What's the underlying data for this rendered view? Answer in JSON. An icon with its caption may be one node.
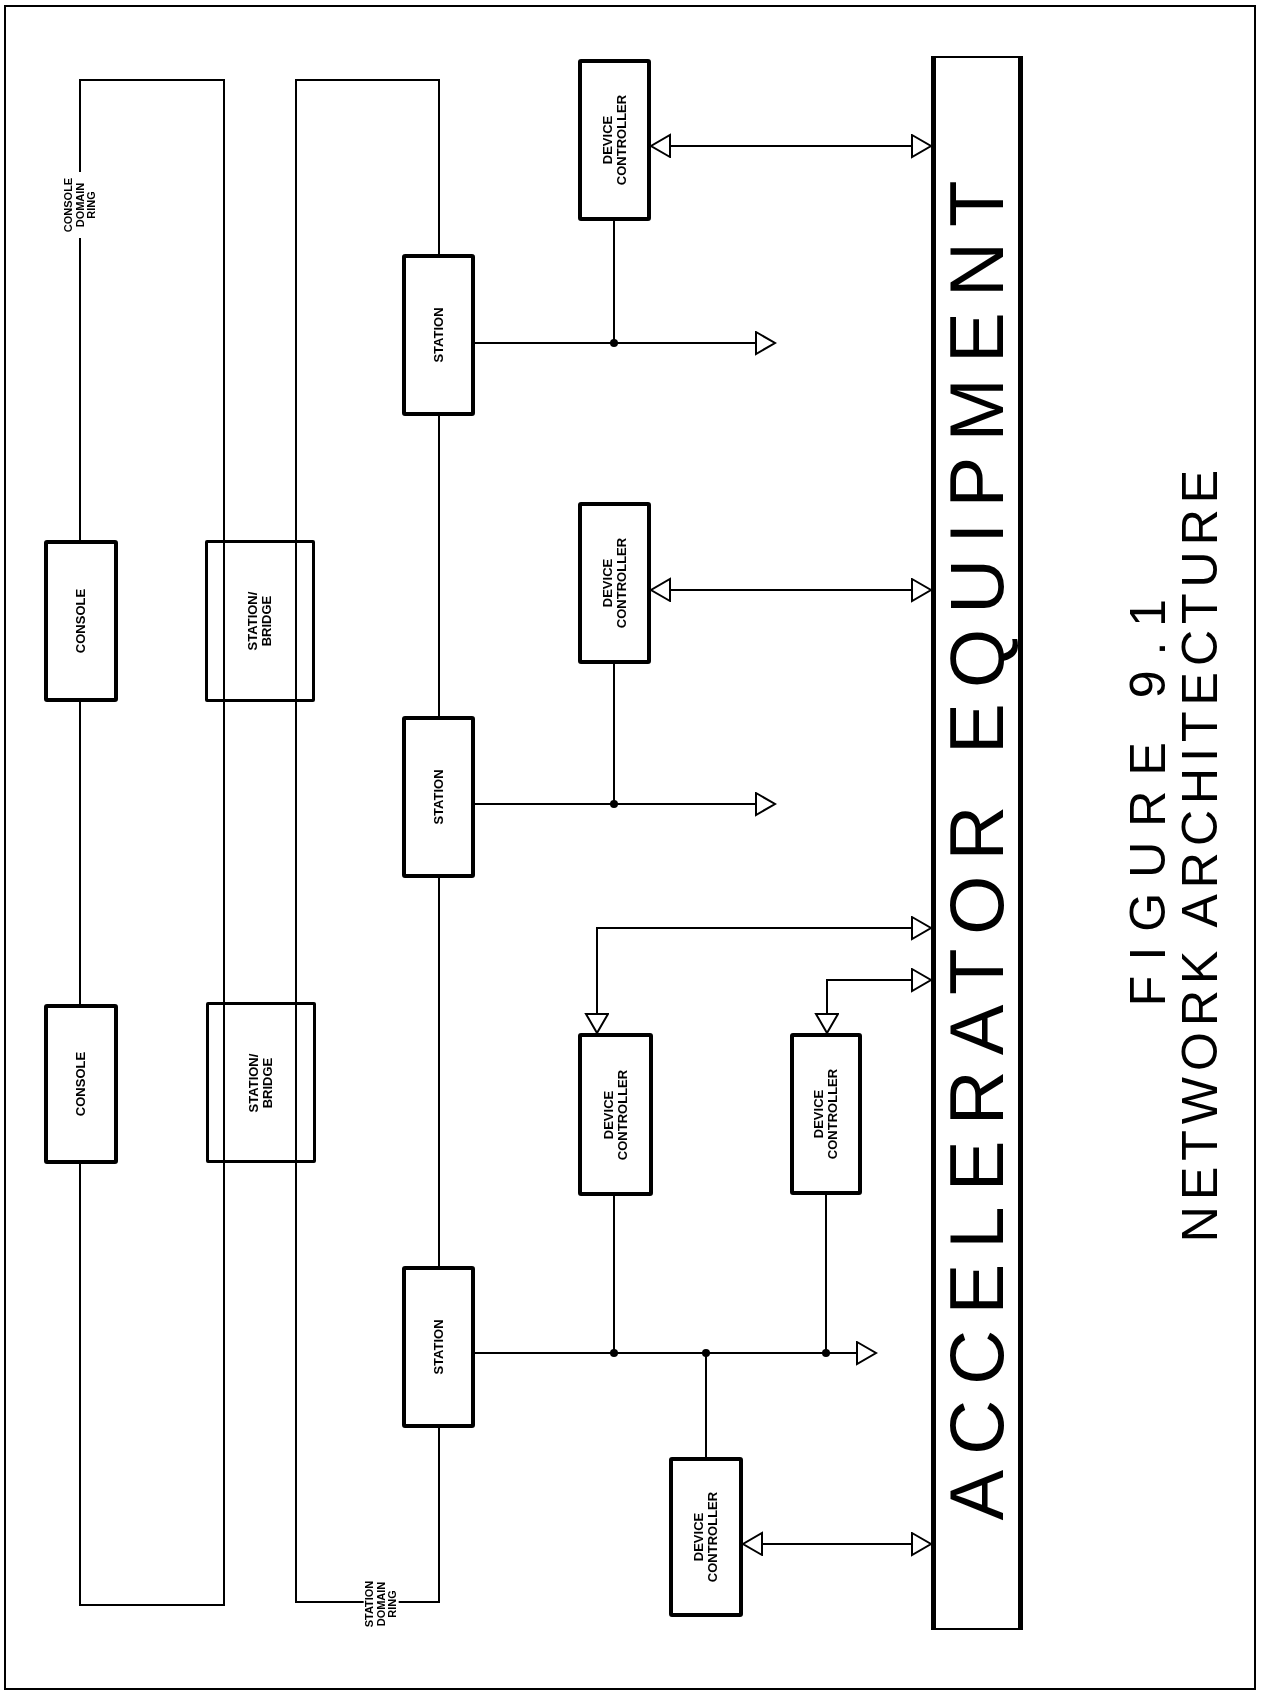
{
  "diagram": {
    "nodes": [
      {
        "text": [
          "CONSOLE"
        ]
      },
      {
        "text": [
          "CONSOLE"
        ]
      },
      {
        "text": [
          "STATION/ BRIDGE"
        ]
      },
      {
        "text": [
          "STATION/ BRIDGE"
        ]
      },
      {
        "text": [
          "STATION"
        ]
      },
      {
        "text": [
          "STATION"
        ]
      },
      {
        "text": [
          "STATION"
        ]
      },
      {
        "text": [
          "DEVICE CONTROLLER"
        ]
      },
      {
        "text": [
          "DEVICE CONTROLLER"
        ]
      },
      {
        "text": [
          "DEVICE CONTROLLER"
        ]
      },
      {
        "text": [
          "DEVICE CONTROLLER"
        ]
      },
      {
        "text": [
          "DEVICE CONTROLLER"
        ]
      },
      {
        "text": [
          "ACCELERATOR EQUIPMENT"
        ]
      }
    ],
    "edges": [
      {
        "from": 0,
        "to": 1,
        "arrow": "none"
      },
      {
        "from": 1,
        "to": 3,
        "arrow": "none"
      },
      {
        "from": 3,
        "to": 2,
        "arrow": "none"
      },
      {
        "from": 2,
        "to": 0,
        "arrow": "none",
        "label": "CONSOLE DOMAIN RING"
      },
      {
        "from": 2,
        "to": 4,
        "arrow": "none"
      },
      {
        "from": 4,
        "to": 5,
        "arrow": "none"
      },
      {
        "from": 5,
        "to": 6,
        "arrow": "none"
      },
      {
        "from": 6,
        "to": 3,
        "arrow": "none",
        "label": "STATION DOMAIN RING"
      },
      {
        "from": 3,
        "to": 2,
        "arrow": "none"
      },
      {
        "from": 4,
        "to": 7,
        "arrow": "none"
      },
      {
        "from": 4,
        "to": null,
        "arrow": "to"
      },
      {
        "from": 7,
        "to": 12,
        "arrow": "both"
      },
      {
        "from": 5,
        "to": 8,
        "arrow": "none"
      },
      {
        "from": 5,
        "to": null,
        "arrow": "to"
      },
      {
        "from": 8,
        "to": 12,
        "arrow": "both"
      },
      {
        "from": 6,
        "to": 9,
        "arrow": "none"
      },
      {
        "from": 6,
        "to": 11,
        "arrow": "none"
      },
      {
        "from": 6,
        "to": 10,
        "arrow": "none"
      },
      {
        "from": 6,
        "to": null,
        "arrow": "to"
      },
      {
        "from": 9,
        "to": 12,
        "arrow": "both"
      },
      {
        "from": 10,
        "to": 12,
        "arrow": "both"
      },
      {
        "from": 11,
        "to": 12,
        "arrow": "both"
      }
    ],
    "labels": [
      "FIGURE 9.1",
      "NETWORK ARCHITECTURE"
    ]
  }
}
